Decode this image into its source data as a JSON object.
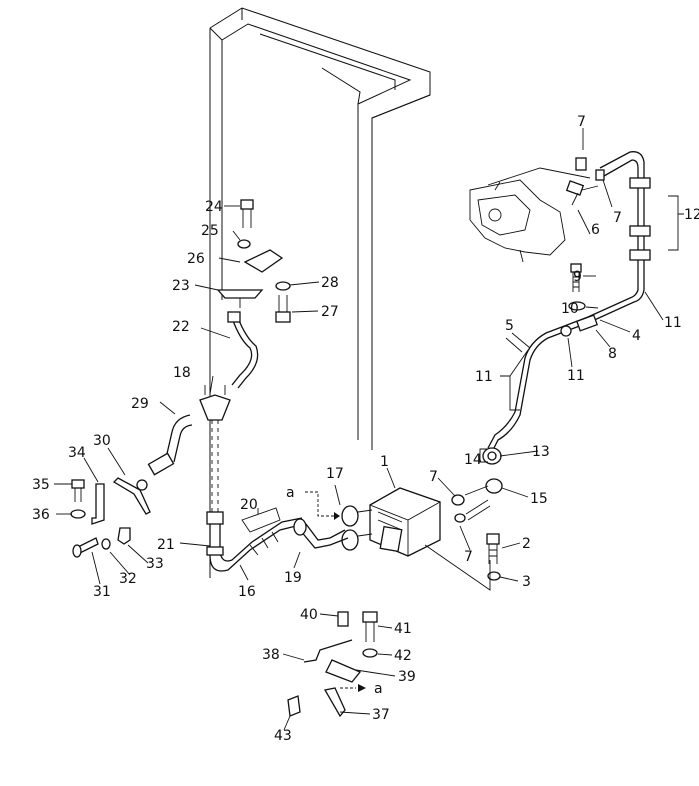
{
  "labels": {
    "p1": "1",
    "p2": "2",
    "p3": "3",
    "p4": "4",
    "p5": "5",
    "p6": "6",
    "p7a": "7",
    "p7b": "7",
    "p7c": "7",
    "p7d": "7",
    "p8": "8",
    "p9": "9",
    "p10": "10",
    "p11a": "11",
    "p11b": "11",
    "p11c": "11",
    "p12": "12",
    "p13": "13",
    "p14": "14",
    "p15": "15",
    "p16": "16",
    "p17": "17",
    "p18": "18",
    "p19": "19",
    "p20": "20",
    "p21": "21",
    "p22": "22",
    "p23": "23",
    "p24": "24",
    "p25": "25",
    "p26": "26",
    "p27": "27",
    "p28": "28",
    "p29": "29",
    "p30": "30",
    "p31": "31",
    "p32": "32",
    "p33": "33",
    "p34": "34",
    "p35": "35",
    "p36": "36",
    "p37": "37",
    "p38": "38",
    "p39": "39",
    "p40": "40",
    "p41": "41",
    "p42": "42",
    "p43": "43",
    "refA1": "a",
    "refA2": "a"
  }
}
